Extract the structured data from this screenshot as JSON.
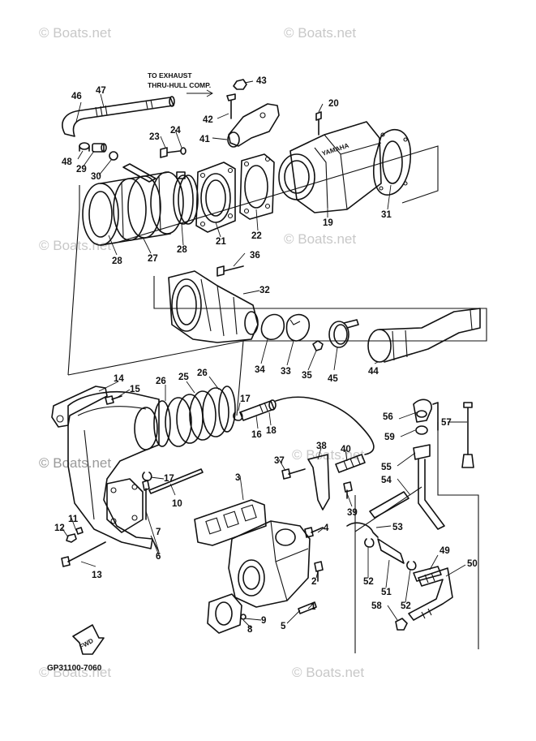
{
  "watermark": "© Boats.net",
  "note_lines": [
    "TO EXHAUST",
    "THRU-HULL COMP."
  ],
  "diagram_code": "GP31100-7060",
  "fwd_label": "FWD",
  "brand_mark": "YAMAHA",
  "callouts": [
    "1",
    "2",
    "3",
    "4",
    "5",
    "6",
    "7",
    "8",
    "9",
    "10",
    "11",
    "12",
    "13",
    "14",
    "15",
    "16",
    "17",
    "18",
    "19",
    "20",
    "21",
    "22",
    "23",
    "24",
    "25",
    "26",
    "27",
    "28",
    "29",
    "30",
    "31",
    "32",
    "33",
    "34",
    "35",
    "36",
    "37",
    "38",
    "39",
    "40",
    "41",
    "42",
    "43",
    "44",
    "45",
    "46",
    "47",
    "48",
    "49",
    "50",
    "51",
    "52",
    "53",
    "54",
    "55",
    "56",
    "57",
    "58",
    "59"
  ]
}
